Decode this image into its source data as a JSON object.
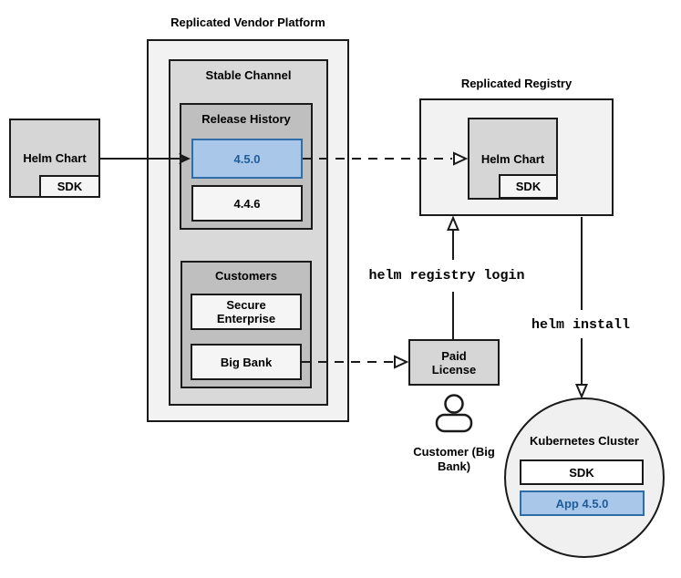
{
  "platform": {
    "title": "Replicated Vendor Platform"
  },
  "stable_channel": {
    "title": "Stable Channel"
  },
  "release_history": {
    "title": "Release History",
    "versions": [
      "4.5.0",
      "4.4.6"
    ],
    "highlighted_version": "4.5.0"
  },
  "customers": {
    "title": "Customers",
    "names": [
      "Secure Enterprise",
      "Big Bank"
    ]
  },
  "vendor_chart": {
    "label": "Helm Chart",
    "sdk_label": "SDK"
  },
  "registry": {
    "title": "Replicated Registry",
    "chart_label": "Helm Chart",
    "sdk_label": "SDK"
  },
  "paid_license": {
    "label": "Paid License"
  },
  "customer": {
    "caption": "Customer (Big Bank)"
  },
  "cluster": {
    "title": "Kubernetes Cluster",
    "sdk_label": "SDK",
    "app_label": "App 4.5.0"
  },
  "commands": {
    "registry_login": "helm registry login",
    "install": "helm install"
  },
  "colors": {
    "highlight_fill": "#A9C7E8",
    "highlight_border": "#2D6DA9",
    "highlight_text": "#1D5C99",
    "stroke": "#1a1a1a"
  }
}
